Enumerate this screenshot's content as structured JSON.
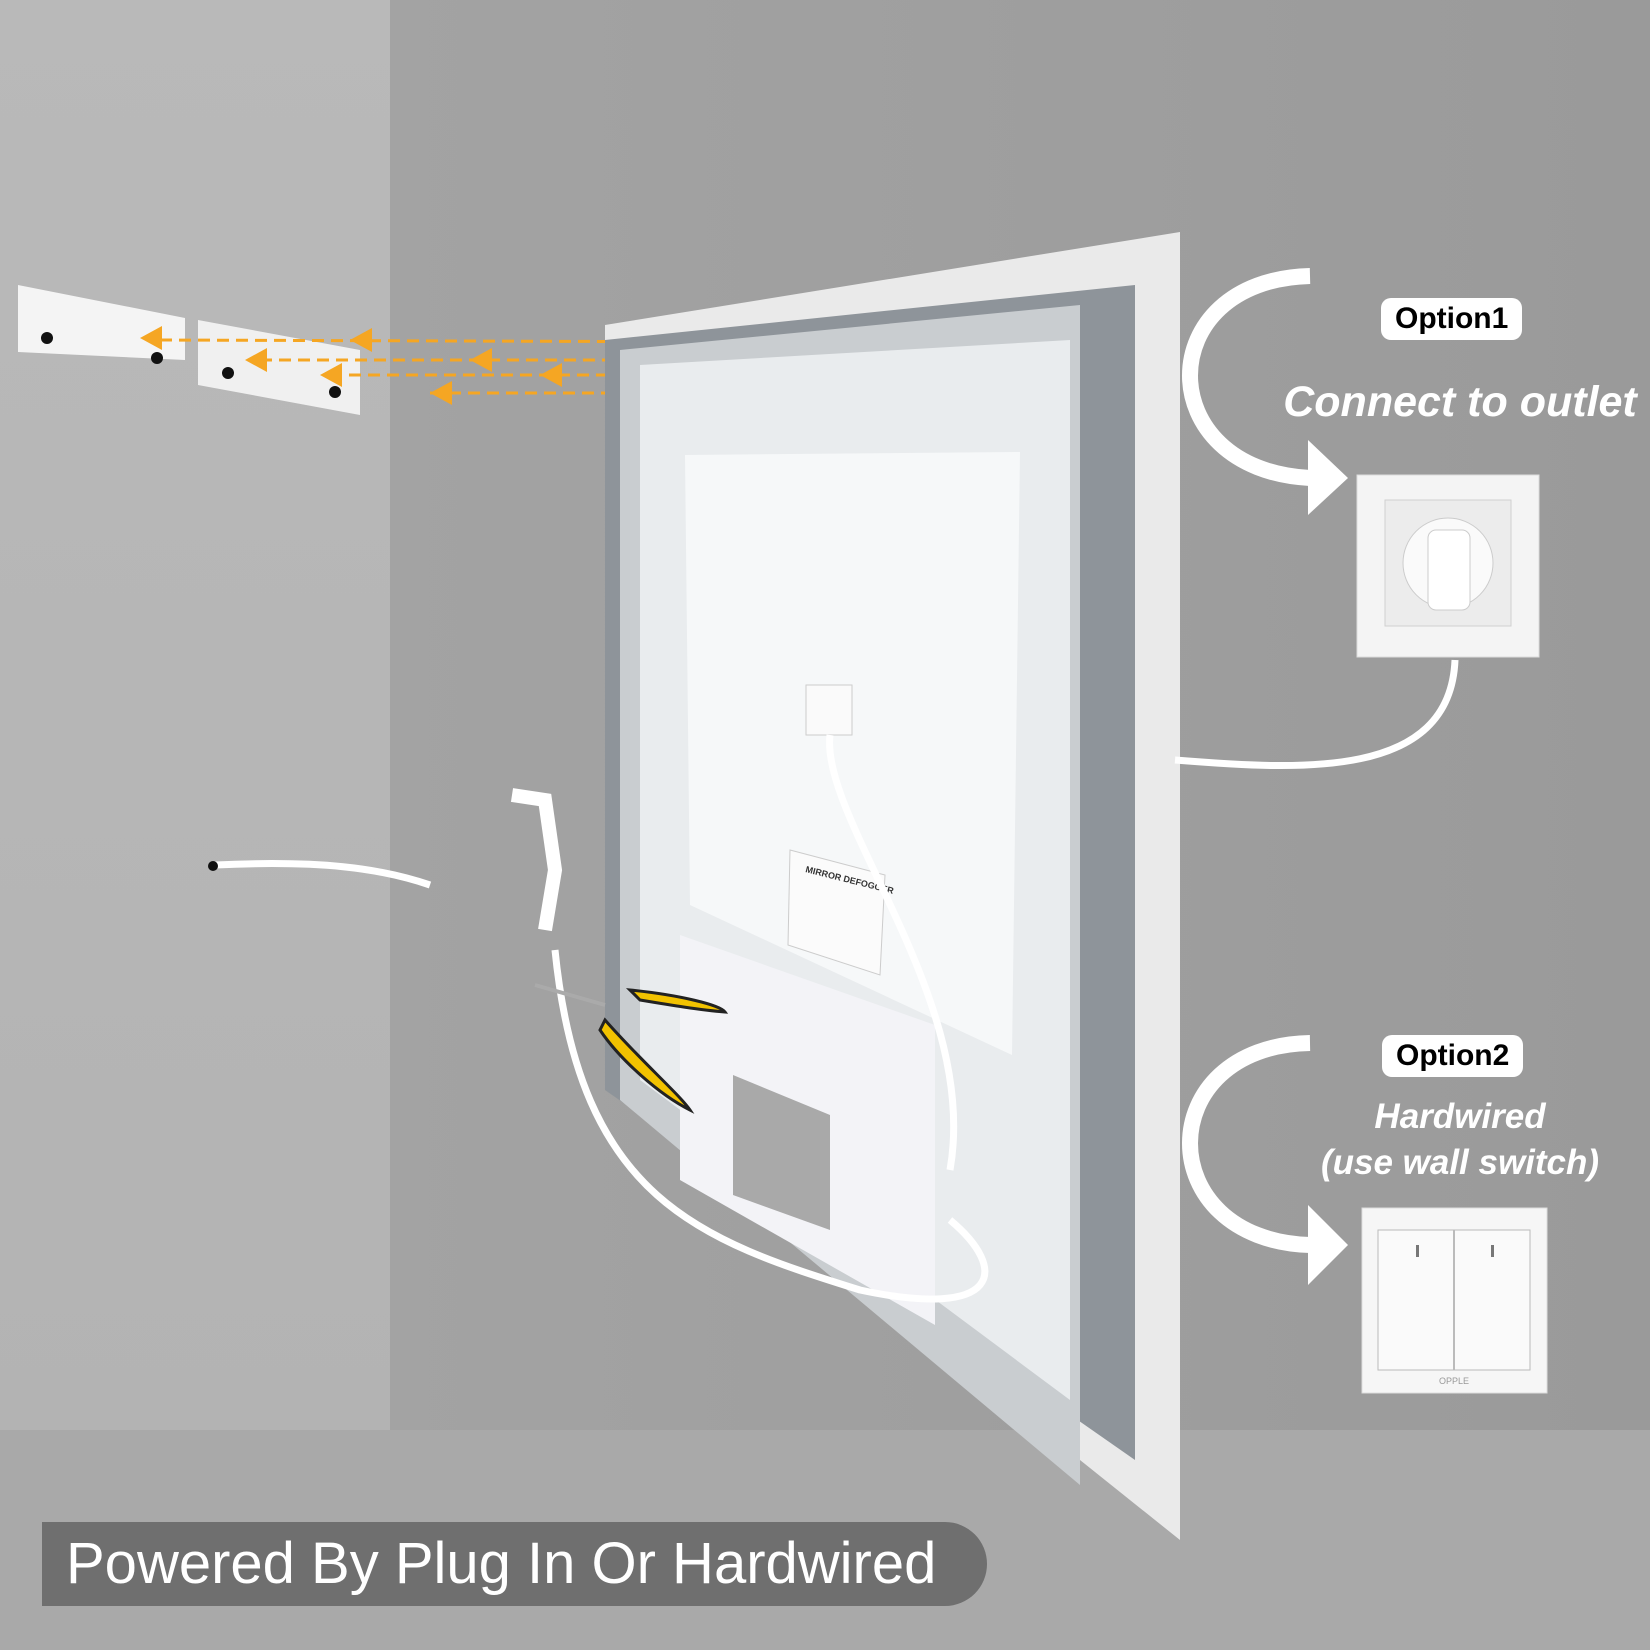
{
  "option1": {
    "badge": "Option1",
    "caption": "Connect to outlet"
  },
  "option2": {
    "badge": "Option2",
    "caption_line1": "Hardwired",
    "caption_line2": "(use wall switch)"
  },
  "banner": "Powered By Plug In Or Hardwired",
  "product_label": "MIRROR DEFOGGER",
  "switch_brand": "OPPLE",
  "colors": {
    "arrow": "#f5a623",
    "background": "#9c9c9c",
    "banner": "#6f6f6f"
  }
}
